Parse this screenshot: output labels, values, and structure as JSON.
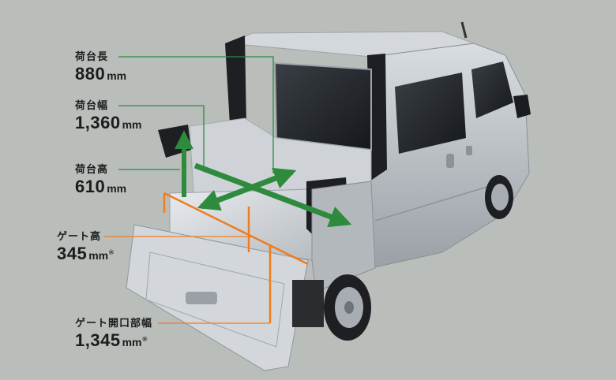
{
  "specs": [
    {
      "label": "荷台長",
      "number": "880",
      "unit": "mm",
      "note": "",
      "line_color": "#2e8b3e"
    },
    {
      "label": "荷台幅",
      "number": "1,360",
      "unit": "mm",
      "note": "",
      "line_color": "#2e8b3e"
    },
    {
      "label": "荷台高",
      "number": "610",
      "unit": "mm",
      "note": "",
      "line_color": "#2e8b3e"
    },
    {
      "label": "ゲート高",
      "number": "345",
      "unit": "mm",
      "note": "※",
      "line_color": "#f07c1f"
    },
    {
      "label": "ゲート開口部幅",
      "number": "1,345",
      "unit": "mm",
      "note": "※",
      "line_color": "#f07c1f"
    }
  ],
  "colors": {
    "background": "#b9bebb",
    "green_arrow": "#2e8b3e",
    "orange_line": "#f07c1f",
    "van_body": "#c8ccd0",
    "tire": "#1e1f22"
  }
}
